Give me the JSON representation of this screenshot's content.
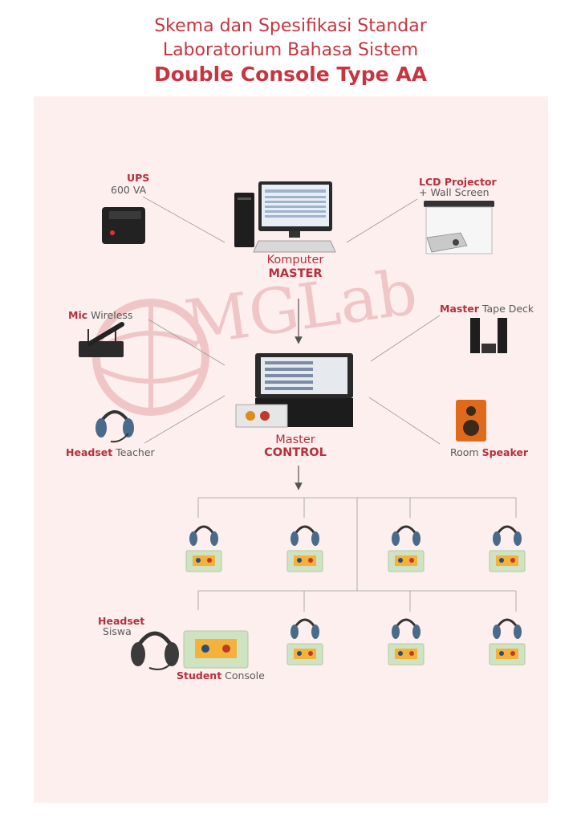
{
  "title": {
    "line1": "Skema dan Spesifikasi Standar",
    "line2": "Laboratorium Bahasa Sistem",
    "line3": "Double Console Type AA"
  },
  "watermark": "MGLab",
  "labels": {
    "ups_title": "UPS",
    "ups_spec": "600 VA",
    "projector_title": "LCD Projector",
    "projector_spec": "+ Wall Screen",
    "komputer_line1": "Komputer",
    "komputer_line2": "MASTER",
    "mic_bold": "Mic",
    "mic_rest": " Wireless",
    "tape_bold": "Master",
    "tape_rest": " Tape Deck",
    "headset_teacher_bold": "Headset",
    "headset_teacher_rest": " Teacher",
    "master_control_line1": "Master",
    "master_control_line2": "CONTROL",
    "room_speaker_rest": "Room ",
    "room_speaker_bold": "Speaker",
    "headset_siswa_bold": "Headset",
    "headset_siswa_rest": "Siswa",
    "student_console_bold": "Student",
    "student_console_rest": " Console"
  },
  "colors": {
    "accent": "#c8343f",
    "panel_bg": "#fcefee",
    "line": "#9a9a9a",
    "console_green": "#cfe3c2",
    "speaker_orange": "#e06a1c"
  },
  "icons": [
    "ups-icon",
    "computer-icon",
    "projector-icon",
    "microphone-icon",
    "tape-deck-icon",
    "headset-icon",
    "control-unit-icon",
    "speaker-icon",
    "student-console-icon"
  ]
}
